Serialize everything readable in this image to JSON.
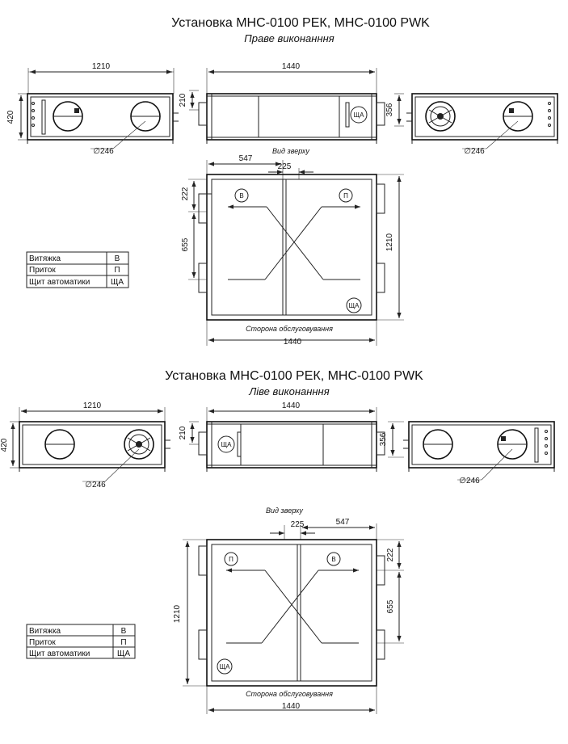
{
  "sections": [
    {
      "title": "Установка МНС-0100 РЕК, МНС-0100 PWK",
      "subtitle": "Праве виконанння",
      "dims": {
        "width_front": "1210",
        "length_side": "1440",
        "height_front": "420",
        "height_side": "210",
        "height_back": "356",
        "diam_front": "∅246",
        "diam_back": "∅246",
        "top_a": "547",
        "top_b": "225",
        "top_left": "222",
        "top_left2": "655",
        "top_right": "1210",
        "top_bottom": "1440"
      },
      "view_label": "Вид зверху",
      "service_label": "Сторона обслуговування",
      "tags": {
        "exhaust": "В",
        "supply": "П",
        "panel": "ЩА"
      }
    },
    {
      "title": "Установка МНС-0100 РЕК, МНС-0100 PWK",
      "subtitle": "Ліве виконанння",
      "dims": {
        "width_front": "1210",
        "length_side": "1440",
        "height_front": "420",
        "height_side": "210",
        "height_back": "356",
        "diam_front": "∅246",
        "diam_back": "∅246",
        "top_a": "547",
        "top_b": "225",
        "top_left": "1210",
        "top_right": "222",
        "top_right2": "655",
        "top_bottom": "1440"
      },
      "view_label": "Вид зверху",
      "service_label": "Сторона обслуговування",
      "tags": {
        "exhaust": "В",
        "supply": "П",
        "panel": "ЩА"
      }
    }
  ],
  "legend": [
    {
      "name": "Витяжка",
      "code": "В"
    },
    {
      "name": "Приток",
      "code": "П"
    },
    {
      "name": "Щит автоматики",
      "code": "ЩА"
    }
  ]
}
